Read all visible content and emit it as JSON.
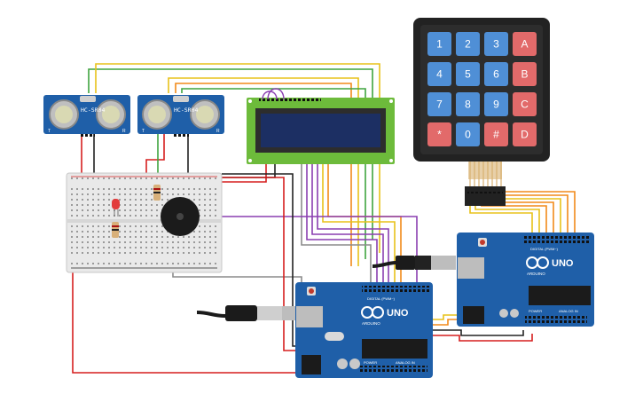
{
  "colors": {
    "board": "#1f5fa8",
    "board_dark": "#154a86",
    "breadboard": "#e9e9e9",
    "keypad_frame": "#222222",
    "key_blue": "#4f8fd6",
    "key_red": "#e26a6a",
    "lcd_frame": "#6dbb3b",
    "lcd_screen": "#1c2f63",
    "wire_red": "#d61f1f",
    "wire_black": "#222222",
    "wire_yellow": "#e8c21a",
    "wire_orange": "#f28a1a",
    "wire_green": "#3fa43f",
    "wire_purple": "#8a3fb0",
    "wire_gray": "#8c8c8c"
  },
  "sensors": [
    {
      "label": "HC-SR04",
      "pin_t": "T",
      "pin_r": "R"
    },
    {
      "label": "HC-SR04",
      "pin_t": "T",
      "pin_r": "R"
    }
  ],
  "keypad": {
    "keys": [
      "1",
      "2",
      "3",
      "A",
      "4",
      "5",
      "6",
      "B",
      "7",
      "8",
      "9",
      "C",
      "*",
      "0",
      "#",
      "D"
    ]
  },
  "arduino_left": {
    "brand": "ARDUINO",
    "model": "UNO",
    "digital_label": "DIGITAL (PWM~)",
    "power_label": "POWER",
    "analog_label": "ANALOG IN"
  },
  "arduino_right": {
    "brand": "ARDUINO",
    "model": "UNO",
    "digital_label": "DIGITAL (PWM~)",
    "power_label": "POWER",
    "analog_label": "ANALOG IN"
  }
}
